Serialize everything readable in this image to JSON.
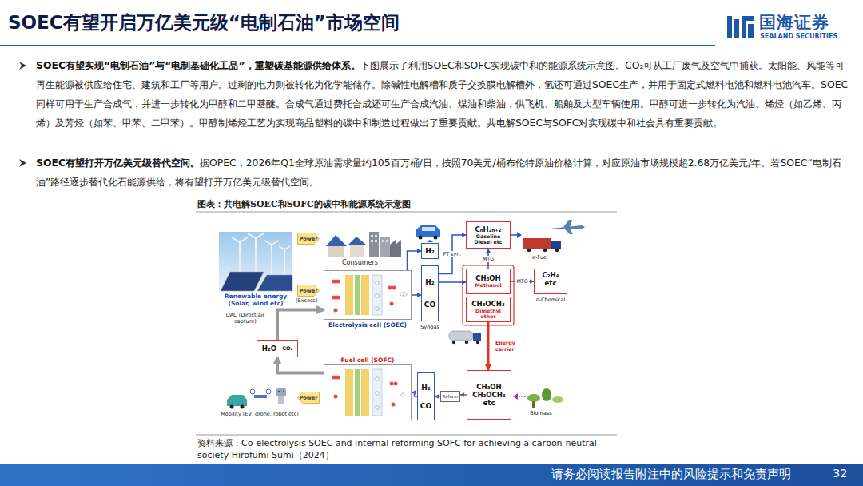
{
  "diagram": {
    "title": "SOEC有望开启万亿美元级“电制石油”市场空间",
    "caption": "图表：共电解SOEC和SOFC的碳中和能源系统示意图",
    "nodes": [
      {
        "text": [
          "Power"
        ]
      },
      {
        "text": [
          "Power"
        ]
      },
      {
        "text": [
          "Electrolysis cell (SOEC)"
        ]
      },
      {
        "text": [
          "H₂"
        ]
      },
      {
        "text": [
          "H₂",
          "CO"
        ]
      },
      {
        "text": [
          "CₙH₂ₙ₊₂",
          "Gasoline Diesel etc"
        ]
      },
      {
        "text": [
          "CH₃OH",
          "Methanol"
        ]
      },
      {
        "text": [
          "CH₃OCH₃",
          "Dimethyl ether"
        ]
      },
      {
        "text": [
          "C₂H₄ etc"
        ]
      },
      {
        "text": [
          "H₂O",
          "CO₂"
        ]
      },
      {
        "text": [
          "Fuel cell (SOFC)"
        ]
      },
      {
        "text": [
          "Power"
        ]
      },
      {
        "text": [
          "H₂",
          "CO"
        ]
      },
      {
        "text": [
          "Reform"
        ]
      },
      {
        "text": [
          "CH₃OH CH₃OCH₃ etc"
        ]
      }
    ],
    "edges": [
      {
        "from": 2,
        "to": 3,
        "arrow": "to"
      },
      {
        "from": 2,
        "to": 4,
        "arrow": "to"
      },
      {
        "from": 4,
        "to": 5,
        "label": "FT syn.",
        "arrow": "to"
      },
      {
        "from": 4,
        "to": 6,
        "arrow": "to"
      },
      {
        "from": 6,
        "to": 5,
        "label": "MTG",
        "arrow": "to"
      },
      {
        "from": 6,
        "to": 8,
        "label": "MTO",
        "arrow": "to"
      },
      {
        "from": 7,
        "to": 14,
        "label": "Energy carrier",
        "arrow": "to"
      },
      {
        "from": 14,
        "to": 13,
        "arrow": "to"
      },
      {
        "from": 13,
        "to": 12,
        "arrow": "to"
      },
      {
        "from": 12,
        "to": 10,
        "arrow": "to"
      },
      {
        "from": 10,
        "to": 9,
        "arrow": "to"
      },
      {
        "from": 9,
        "to": 2,
        "arrow": "to"
      }
    ],
    "labels": [
      "SOEC有望实现“电制石油”与“电制基础化工品”，重塑碳基能源供给体系。",
      "下图展示了利用SOEC和SOFC实现碳中和的能源系统示意图。CO₂可从工厂废气及空气中捕获。太阳能、风能等可再生能源被供应给住宅、建筑和工厂等用户。过剩的电力则被转化为化学能储存。除碱性电解槽和质子交换膜电解槽外，氢还可通过SOEC生产，并用于固定式燃料电池和燃料电池汽车。SOEC同样可用于生产合成气，并进一步转化为甲醇和二甲基醚。合成气通过费托合成还可生产合成汽油、煤油和柴油，供飞机、船舶及大型车辆使用。甲醇可进一步转化为汽油、烯烃（如乙烯、丙烯）及芳烃（如苯、甲苯、二甲苯）。甲醇制烯烃工艺为实现商品塑料的碳中和制造过程做出了重要贡献。共电解SOEC与SOFC对实现碳中和社会具有重要贡献。",
      "SOEC有望打开万亿美元级替代空间。",
      "据OPEC，2026年Q1全球原油需求量约105百万桶/日，按照70美元/桶布伦特原油价格计算，对应原油市场规模超2.68万亿美元/年。若SOEC“电制石油”路径逐步替代化石能源供给，将有望打开万亿美元级替代空间。",
      "国海证券",
      "SEALAND SECURITIES",
      "Consumers",
      "Renewable energy (Solar, wind etc)",
      "(Excess)",
      "DAC (Direct air capture)",
      "Syngas",
      "e-Fuel",
      "e-Chemical",
      "Biomass",
      "Mobility (EV, drone, robot etc)",
      "资料来源：Co-electrolysis SOEC and internal reforming SOFC for achieving a carbon-neutral society Hirofumi Sumi（2024）",
      "请务必阅读报告附注中的风险提示和免责声明",
      "32"
    ]
  }
}
